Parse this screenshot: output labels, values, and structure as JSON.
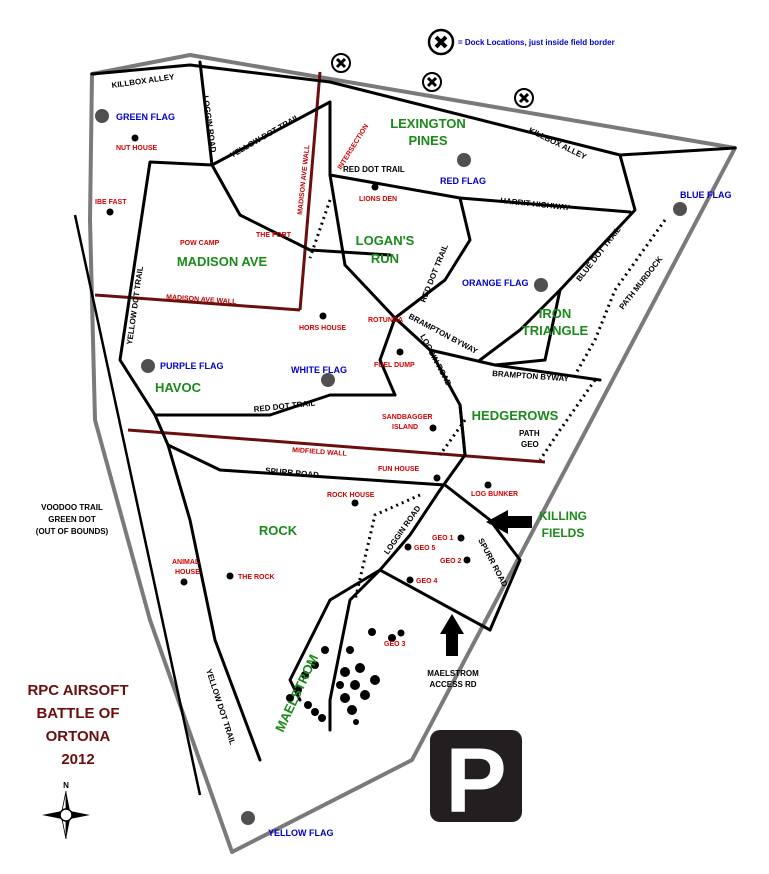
{
  "title": {
    "line1": "RPC AIRSOFT",
    "line2": "BATTLE OF",
    "line3": "ORTONA",
    "line4": "2012"
  },
  "legend": {
    "dock_text": "= Dock Locations, just inside field border",
    "icon": "dock-x-icon"
  },
  "areas": {
    "lexington_1": "LEXINGTON",
    "lexington_2": "PINES",
    "madison_ave": "MADISON AVE",
    "logans_1": "LOGAN'S",
    "logans_2": "RUN",
    "iron_1": "IRON",
    "iron_2": "TRIANGLE",
    "havoc": "HAVOC",
    "hedgerows": "HEDGEROWS",
    "rock": "ROCK",
    "maelstrom": "MAELSTROM",
    "killing_1": "KILLING",
    "killing_2": "FIELDS"
  },
  "flags": {
    "green": "GREEN FLAG",
    "red": "RED FLAG",
    "blue": "BLUE FLAG",
    "orange": "ORANGE FLAG",
    "purple": "PURPLE FLAG",
    "white": "WHITE FLAG",
    "yellow": "YELLOW FLAG"
  },
  "sites": {
    "nut_house": "NUT HOUSE",
    "ibe_fast": "IBE FAST",
    "pow_camp": "POW CAMP",
    "the_fort": "THE FORT",
    "intersection": "INTERSECTION",
    "lions_den": "LIONS DEN",
    "hors_house": "HORS HOUSE",
    "rotunda": "ROTUNDA",
    "fuel_dump": "FUEL DUMP",
    "sandbagger_1": "SANDBAGGER",
    "sandbagger_2": "ISLAND",
    "fun_house": "FUN HOUSE",
    "rock_house": "ROCK HOUSE",
    "log_bunker": "LOG BUNKER",
    "geo1": "GEO 1",
    "geo2": "GEO 2",
    "geo3": "GEO 3",
    "geo4": "GEO 4",
    "geo5": "GEO 5",
    "animal_1": "ANIMAL",
    "animal_2": "HOUSE",
    "the_rock": "THE ROCK"
  },
  "roads": {
    "killbox_alley_w": "KILLBOX ALLEY",
    "killbox_alley_e": "KILLBOX ALLEY",
    "loggin_road_n": "LOGGIN ROAD",
    "yellow_dot_trail_n": "YELLOW DOT TRAIL",
    "red_dot_trail_n": "RED DOT TRAIL",
    "harrit_highway": "HARRIT HIGHWAY",
    "blue_dot_trail": "BLUE DOT TRAIL",
    "path_murdock": "PATH MURDOCK",
    "yellow_dot_trail_w": "YELLOW DOT TRAIL",
    "red_dot_trail_e": "RED DOT TRAIL",
    "brampton_byway_1": "BRAMPTON BYWAY",
    "brampton_byway_2": "BRAMPTON BYWAY",
    "loggin_road_mid": "LOGGIN ROAD",
    "red_dot_trail_s": "RED DOT TRAIL",
    "path_geo_1": "PATH",
    "path_geo_2": "GEO",
    "spurr_road_w": "SPURR ROAD",
    "loggin_road_s": "LOGGIN ROAD",
    "spurr_road_e": "SPURR ROAD",
    "yellow_dot_trail_s": "YELLOW DOT TRAIL",
    "maelstrom_access_1": "MAELSTROM",
    "maelstrom_access_2": "ACCESS RD",
    "voodoo_1": "VOODOO TRAIL",
    "voodoo_2": "GREEN DOT",
    "voodoo_3": "(OUT OF BOUNDS)"
  },
  "walls": {
    "madison_ave_wall_v": "MADISON AVE WALL",
    "madison_ave_wall_h": "MADISON AVE WALL",
    "midfield_wall": "MIDFIELD WALL"
  },
  "parking": {
    "letter": "P",
    "icon": "parking-icon"
  },
  "compass": {
    "north": "N",
    "icon": "compass-rose-icon"
  },
  "colors": {
    "area_green": "#1a8a1a",
    "site_red": "#d40000",
    "flag_blue": "#0000cc",
    "wall_maroon": "#6b0e0e",
    "border_gray": "#7a7a7a"
  }
}
